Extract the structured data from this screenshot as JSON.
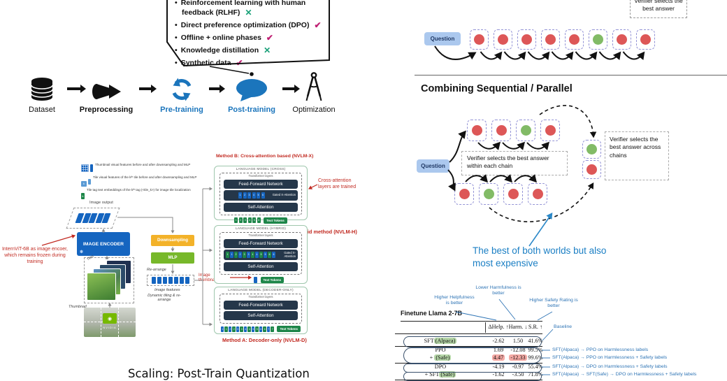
{
  "callout": {
    "bullets": [
      {
        "text": "Reinforcement learning with human feedback (RLHF)",
        "mark": "x"
      },
      {
        "text": "Direct preference optimization (DPO)",
        "mark": "check"
      },
      {
        "text": "Offline + online phases",
        "mark": "check"
      },
      {
        "text": "Knowledge distillation",
        "mark": "x"
      },
      {
        "text": "Synthetic data",
        "mark": "check"
      }
    ]
  },
  "pipeline": {
    "stages": [
      {
        "label": "Dataset",
        "icon": "database-icon",
        "emphasis": "plain"
      },
      {
        "label": "Preprocessing",
        "icon": "funnel-icon",
        "emphasis": "bold"
      },
      {
        "label": "Pre-training",
        "icon": "refresh-icon",
        "emphasis": "blue"
      },
      {
        "label": "Post-training",
        "icon": "speech-bubble-icon",
        "emphasis": "blue"
      },
      {
        "label": "Optimization",
        "icon": "compass-icon",
        "emphasis": "plain"
      }
    ]
  },
  "colors": {
    "accent_blue": "#1b75bc",
    "check_magenta": "#bf1e72",
    "cross_teal": "#1aa179",
    "annotation_red": "#c22b22",
    "annotation_blue": "#2e74b5",
    "note_blue": "#1b7fc4",
    "tile_blue": "#1565c0",
    "tile_green": "#1d8649",
    "bar_navy": "#25374a",
    "downsampling_yellow": "#f3b229",
    "mlp_green": "#77b82a",
    "circle_red": "#dd5757",
    "circle_green": "#82bb66",
    "highlight_green": "#b5d6a7",
    "highlight_red": "#f4a9a4"
  },
  "nvlm": {
    "legend": [
      {
        "text": "Thumbnail visual features before and after downsampling and MLP"
      },
      {
        "text": "Tile visual features of the kᵗʰ tile before and after downsampling and MLP"
      },
      {
        "text": "Tile tag text embeddings of the kᵗʰ tag (<tile_k>) for image tile localization"
      }
    ],
    "image_output": "Image output",
    "image_encoder": "IMAGE ENCODER",
    "encoder_note": "InternViT-6B as image encoer, which remains frozen during training",
    "downsampling": "Downsampling",
    "mlp": "MLP",
    "rearrange": "Re-arrange",
    "image_features": "Image features",
    "thumbnail": "Thumbnail",
    "tiles": "Tiles",
    "dynamic_tiling": "Dynamic tiling & re-arrange",
    "nvidia_logo_text": "NVIDIA",
    "method_b_title": "Method B: Cross-attention based (NVLM-X)",
    "hybrid_title": "Hybrid method (NVLM-H)",
    "method_a_title": "Method A: Decoder-only (NVLM-D)",
    "cross_label": "LANGUAGE MODEL (CROSS)",
    "hybrid_label": "LANGUAGE MODEL (HYBRID)",
    "decoder_label": "LANGUAGE MODEL (DECODER-ONLY)",
    "transformer_layers": "Transformer layers",
    "ffn": "Feed-Forward Network",
    "self_attention": "Self-Attention",
    "gated_x_attention": "Gated X-Attention",
    "text_tokens": "Text Tokens",
    "cross_note": "Cross-attention layers are trained",
    "image_thumbnail": "Image thumbnail",
    "cross_tiles": [
      {
        "c": "b",
        "n": "1"
      },
      {
        "c": "b",
        "n": "2"
      },
      {
        "c": "b",
        "n": "3"
      },
      {
        "c": "b",
        "n": "4"
      },
      {
        "c": "b",
        "n": "5"
      },
      {
        "c": "b",
        "n": "6"
      }
    ],
    "cross_tokens": [
      {
        "c": "g",
        "n": "1"
      },
      {
        "c": "g",
        "n": "2"
      },
      {
        "c": "g",
        "n": "3"
      },
      {
        "c": "g",
        "n": "4"
      },
      {
        "c": "g",
        "n": "5"
      },
      {
        "c": "g",
        "n": "6"
      }
    ],
    "hybrid_tiles": [
      {
        "c": "g",
        "n": "1"
      },
      {
        "c": "b",
        "n": "1"
      },
      {
        "c": "g",
        "n": "2"
      },
      {
        "c": "b",
        "n": "2"
      },
      {
        "c": "g",
        "n": "3"
      },
      {
        "c": "b",
        "n": "3"
      },
      {
        "c": "g",
        "n": "4"
      },
      {
        "c": "b",
        "n": "4"
      },
      {
        "c": "g",
        "n": "5"
      },
      {
        "c": "b",
        "n": "5"
      },
      {
        "c": "g",
        "n": "6"
      },
      {
        "c": "b",
        "n": "6"
      }
    ],
    "decoder_tiles": [
      {
        "c": "b",
        "n": "1"
      },
      {
        "c": "g",
        "n": "1"
      },
      {
        "c": "b",
        "n": "2"
      },
      {
        "c": "g",
        "n": "2"
      },
      {
        "c": "b",
        "n": "3"
      },
      {
        "c": "g",
        "n": "3"
      },
      {
        "c": "b",
        "n": "4"
      },
      {
        "c": "g",
        "n": "4"
      },
      {
        "c": "b",
        "n": "5"
      },
      {
        "c": "g",
        "n": "5"
      },
      {
        "c": "b",
        "n": "6"
      },
      {
        "c": "g",
        "n": "6"
      },
      {
        "c": "b",
        "n": "7"
      },
      {
        "c": "g",
        "n": "7"
      }
    ]
  },
  "slide_title": "Scaling: Post-Train Quantization",
  "sequential": {
    "verifier": "Verifier selects the best answer",
    "question": "Question",
    "chain": [
      "red",
      "red",
      "red",
      "red",
      "red",
      "green",
      "red",
      "red"
    ]
  },
  "combining": {
    "heading": "Combining Sequential / Parallel",
    "question": "Question",
    "top_chain": [
      "red",
      "red",
      "green",
      "red"
    ],
    "bottom_chain": [
      "red",
      "green",
      "red",
      "red"
    ],
    "across_chain": [
      "green",
      "red"
    ],
    "within_box": "Verifier selects the best answer within each chain",
    "across_box": "Verifier selects the best answer across chains",
    "note": "The best of both worlds but also most expensive"
  },
  "table": {
    "title": "Finetune Llama 2-7B",
    "headers": [
      "ΔHelp. ↑",
      "Harm. ↓",
      "S.R. ↑"
    ],
    "rows": [
      {
        "parts": [
          {
            "text": "SFT"
          },
          {
            "text": "(Alpaca)",
            "highlight": "green"
          }
        ],
        "values": [
          {
            "text": "-2.62"
          },
          {
            "text": "1.50"
          },
          {
            "text": "41.6%"
          }
        ]
      },
      {
        "parts": [
          {
            "text": "PPO"
          }
        ],
        "values": [
          {
            "text": "1.69"
          },
          {
            "text": "-12.08"
          },
          {
            "text": "99.5%"
          }
        ]
      },
      {
        "parts": [
          {
            "text": "+ "
          },
          {
            "text": "(Safe)",
            "highlight": "green"
          }
        ],
        "values": [
          {
            "text": "4.47",
            "highlight": "red"
          },
          {
            "text": "-12.33",
            "highlight": "red"
          },
          {
            "text": "99.6%"
          }
        ]
      },
      {
        "parts": [
          {
            "text": "DPO"
          }
        ],
        "values": [
          {
            "text": "-4.19"
          },
          {
            "text": "-0.97"
          },
          {
            "text": "55.4%"
          }
        ]
      },
      {
        "parts": [
          {
            "text": "+ SFT"
          },
          {
            "text": "(Safe)",
            "highlight": "green"
          }
        ],
        "values": [
          {
            "text": "-1.62"
          },
          {
            "text": "-3.50"
          },
          {
            "text": "71.8%"
          }
        ]
      }
    ],
    "annotations": {
      "helpfulness": "Higher Helpfulness is better",
      "harmfulness": "Lower Harmfulness is better",
      "safety": "Higher Safety Rating is better",
      "baseline": "Baseline",
      "right": [
        "SFT(Alpaca) → PPO on Harmlessness labels",
        "SFT(Alpaca) → PPO on Harmlessness + Safety labels",
        "SFT(Alpaca) → DPO on Harmlessness + Safety labels",
        "SFT(Alpaca) → SFT(Safe) → DPO on Harmlessness + Safety labels"
      ]
    }
  }
}
